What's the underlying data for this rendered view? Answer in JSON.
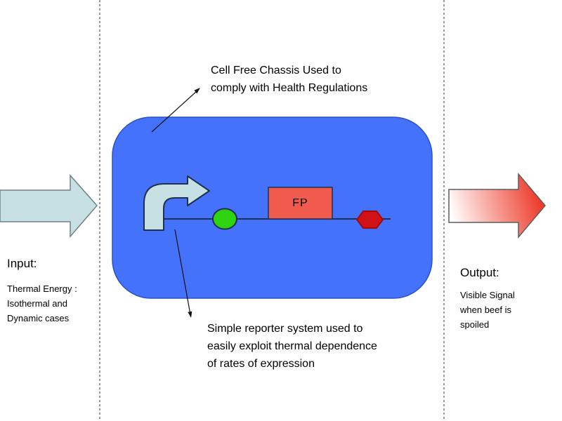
{
  "input": {
    "label": "Input:",
    "description": "Thermal Energy :\nIsothermal and\nDynamic cases"
  },
  "output": {
    "label": "Output:",
    "description": "Visible Signal\nwhen beef is\nspoiled"
  },
  "annotations": {
    "chassis": "Cell Free Chassis Used to\ncomply with Health Regulations",
    "reporter": "Simple reporter system used to\neasily exploit thermal dependence\nof rates of expression"
  },
  "construct": {
    "fp_label": "FP"
  },
  "colors": {
    "cell_fill": "#4472fb",
    "cell_stroke": "#2c50c8",
    "input_arrow_fill": "#c7e0e4",
    "input_arrow_stroke": "#6e8287",
    "promoter_fill": "#c7e0e4",
    "promoter_stroke": "#1f3050",
    "dna_line": "#1f3050",
    "rbs_fill": "#2ed40f",
    "rbs_stroke": "#1f3050",
    "fp_fill": "#f15b4d",
    "fp_stroke": "#1f3050",
    "terminator_fill": "#d01216",
    "terminator_stroke": "#9e0b0e",
    "output_gradient_start": "#ffffff",
    "output_gradient_end": "#ed3a2a",
    "output_arrow_stroke": "#5c5c5c",
    "dashed_line": "#7a7a7a",
    "annotation_arrow": "#111111"
  }
}
